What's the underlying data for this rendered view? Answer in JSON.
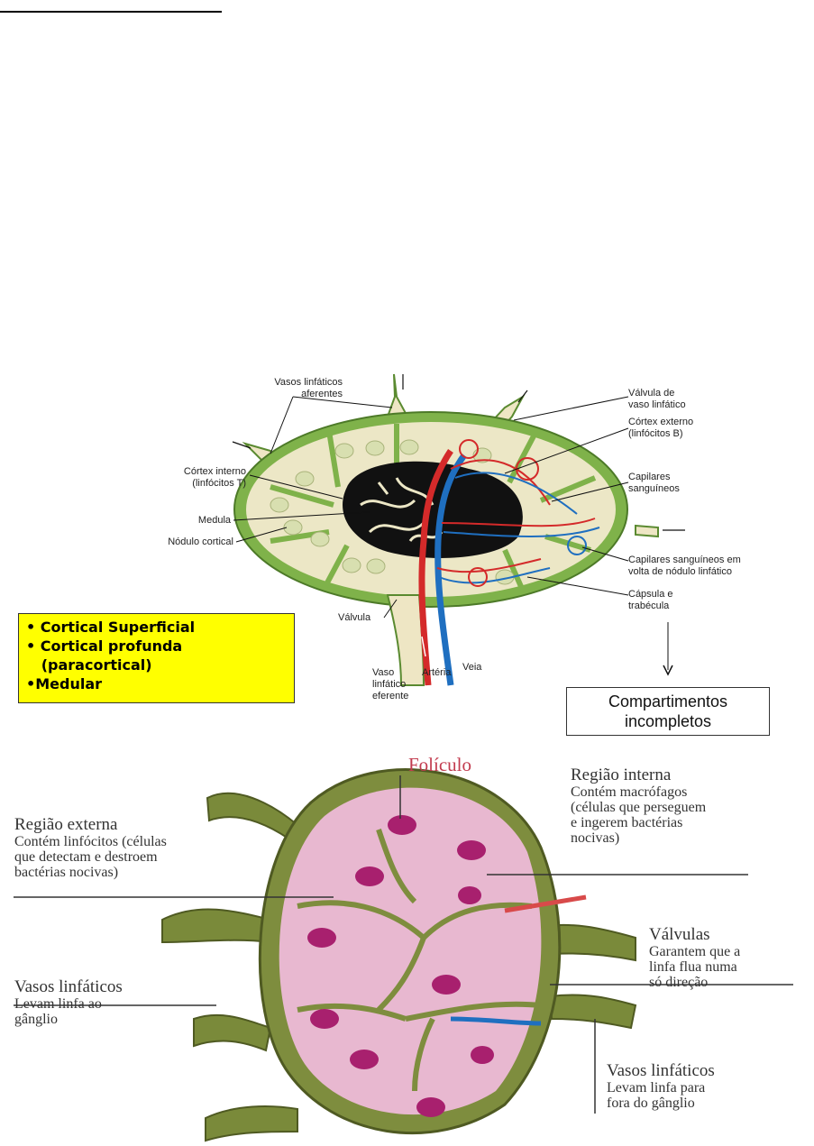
{
  "diagram1": {
    "labels": {
      "aferentes": "Vasos linfáticos\naferentes",
      "valvula_vaso": "Válvula de\nvaso linfático",
      "cortex_externo": "Córtex externo\n(linfócitos B)",
      "cortex_interno": "Córtex interno\n(linfócitos T)",
      "medula": "Medula",
      "nodulo": "Nódulo cortical",
      "capilares": "Capilares\nsanguíneos",
      "capilares_volta": "Capilares sanguíneos em\nvolta de nódulo linfático",
      "capsula": "Cápsula e\ntrabécula",
      "valvula": "Válvula",
      "vaso_eferente": "Vaso\nlinfático\neferente",
      "arteria": "Artéria",
      "veia": "Veia"
    },
    "colors": {
      "capsule": "#7fb24a",
      "cortex": "#ece7c6",
      "medulla": "#111111",
      "artery": "#d42a2a",
      "vein": "#1f6fc0",
      "follicle": "#d8dfb0"
    }
  },
  "regions_box": {
    "items": [
      "• Cortical Superficial",
      "• Cortical profunda",
      "   (paracortical)",
      "•Medular"
    ],
    "color": "#ffff00"
  },
  "compartments_box": {
    "line1": "Compartimentos",
    "line2": "incompletos"
  },
  "diagram2": {
    "foliculo": "Folículo",
    "regiao_externa": {
      "title": "Região externa",
      "text": "Contém linfócitos (células\nque detectam e destroem\nbactérias nocivas)"
    },
    "regiao_interna": {
      "title": "Região interna",
      "text": "Contém macrófagos\n(células que perseguem\ne ingerem bactérias\nnocivas)"
    },
    "valvulas": {
      "title": "Válvulas",
      "text": "Garantem que a\nlinfa flua numa\nsó direção"
    },
    "vasos_in": {
      "title": "Vasos linfáticos",
      "text": "Levam linfa ao\ngânglio"
    },
    "vasos_out": {
      "title": "Vasos linfáticos",
      "text": "Levam linfa para\nfora do gânglio"
    },
    "colors": {
      "tissue": "#e8b8d0",
      "nucleus": "#a8206e",
      "vessel": "#7a8a3a"
    }
  }
}
